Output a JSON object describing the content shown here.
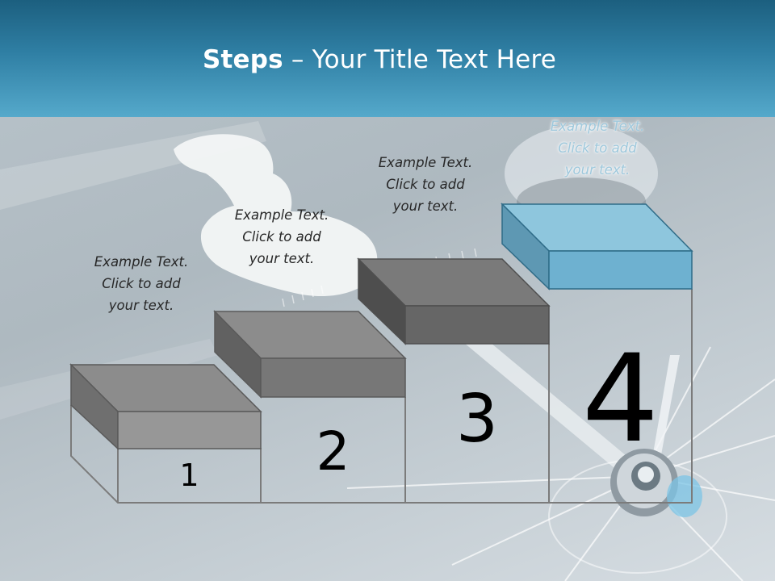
{
  "title": {
    "bold": "Steps",
    "rest": " – Your Title Text Here"
  },
  "steps": [
    {
      "number": "1",
      "text": [
        "Example Text.",
        "Click  to add",
        "your text."
      ]
    },
    {
      "number": "2",
      "text": [
        "Example Text.",
        "Click  to add",
        "your text."
      ]
    },
    {
      "number": "3",
      "text": [
        "Example Text.",
        "Click  to add",
        "your text."
      ]
    },
    {
      "number": "4",
      "text": [
        "Example Text.",
        "Click  to add",
        "your text."
      ]
    }
  ],
  "colors": {
    "header": "#2f7fa4",
    "grayBlockTop": "#8c8c8c",
    "grayBlockFront": "#6a6a6a",
    "blueBlockTop": "#8ec6dd",
    "blueBlockFront": "#6eb1d0"
  }
}
